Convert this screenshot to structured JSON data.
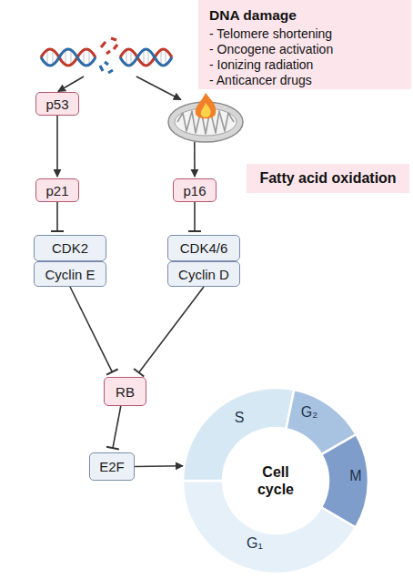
{
  "diagram": {
    "nodes": [
      {
        "text": [
          "DNA damage",
          "- Telomere shortening",
          "- Oncogene activation",
          "- Ionizing radiation",
          "- Anticancer drugs"
        ]
      },
      {
        "text": [
          "p53"
        ]
      },
      {
        "text": [
          "Fatty acid oxidation"
        ]
      },
      {
        "text": [
          "p21"
        ]
      },
      {
        "text": [
          "p16"
        ]
      },
      {
        "text": [
          "CDK2"
        ]
      },
      {
        "text": [
          "Cyclin E"
        ]
      },
      {
        "text": [
          "CDK4/6"
        ]
      },
      {
        "text": [
          "Cyclin D"
        ]
      },
      {
        "text": [
          "RB"
        ]
      },
      {
        "text": [
          "E2F"
        ]
      },
      {
        "text": [
          "Cell cycle"
        ]
      }
    ],
    "edges": [
      {
        "from": 0,
        "to": 1,
        "arrow": "to"
      },
      {
        "from": 0,
        "to": 2,
        "arrow": "to"
      },
      {
        "from": 1,
        "to": 3,
        "arrow": "to"
      },
      {
        "from": 2,
        "to": 4,
        "arrow": "to"
      },
      {
        "from": 3,
        "to": 5,
        "arrow": "to"
      },
      {
        "from": 4,
        "to": 7,
        "arrow": "to"
      },
      {
        "from": 6,
        "to": 9,
        "arrow": "to"
      },
      {
        "from": 8,
        "to": 9,
        "arrow": "to"
      },
      {
        "from": 9,
        "to": 10,
        "arrow": "to"
      },
      {
        "from": 10,
        "to": 11,
        "arrow": "to"
      }
    ],
    "labels": [
      "S",
      "G₂",
      "M",
      "G₁"
    ]
  }
}
